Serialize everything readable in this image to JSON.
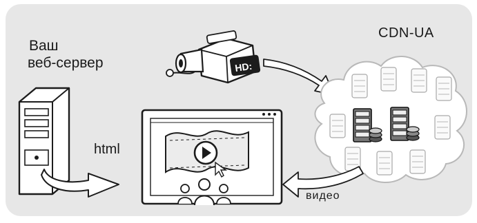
{
  "labels": {
    "server_line1": "Ваш",
    "server_line2": "веб-сервер",
    "html": "html",
    "cdn": "CDN-UA",
    "video": "видео",
    "camera_badge": "HD:"
  },
  "colors": {
    "panel": "#e7e7e7",
    "ink": "#1c1c1c",
    "arrow": "#8e8e8e",
    "box_fill": "#ffffff"
  },
  "icons": [
    "server-tower-icon",
    "video-camera-icon",
    "video-player-icon",
    "play-icon",
    "audience-icon",
    "server-rack-icon",
    "cloud-icon"
  ]
}
